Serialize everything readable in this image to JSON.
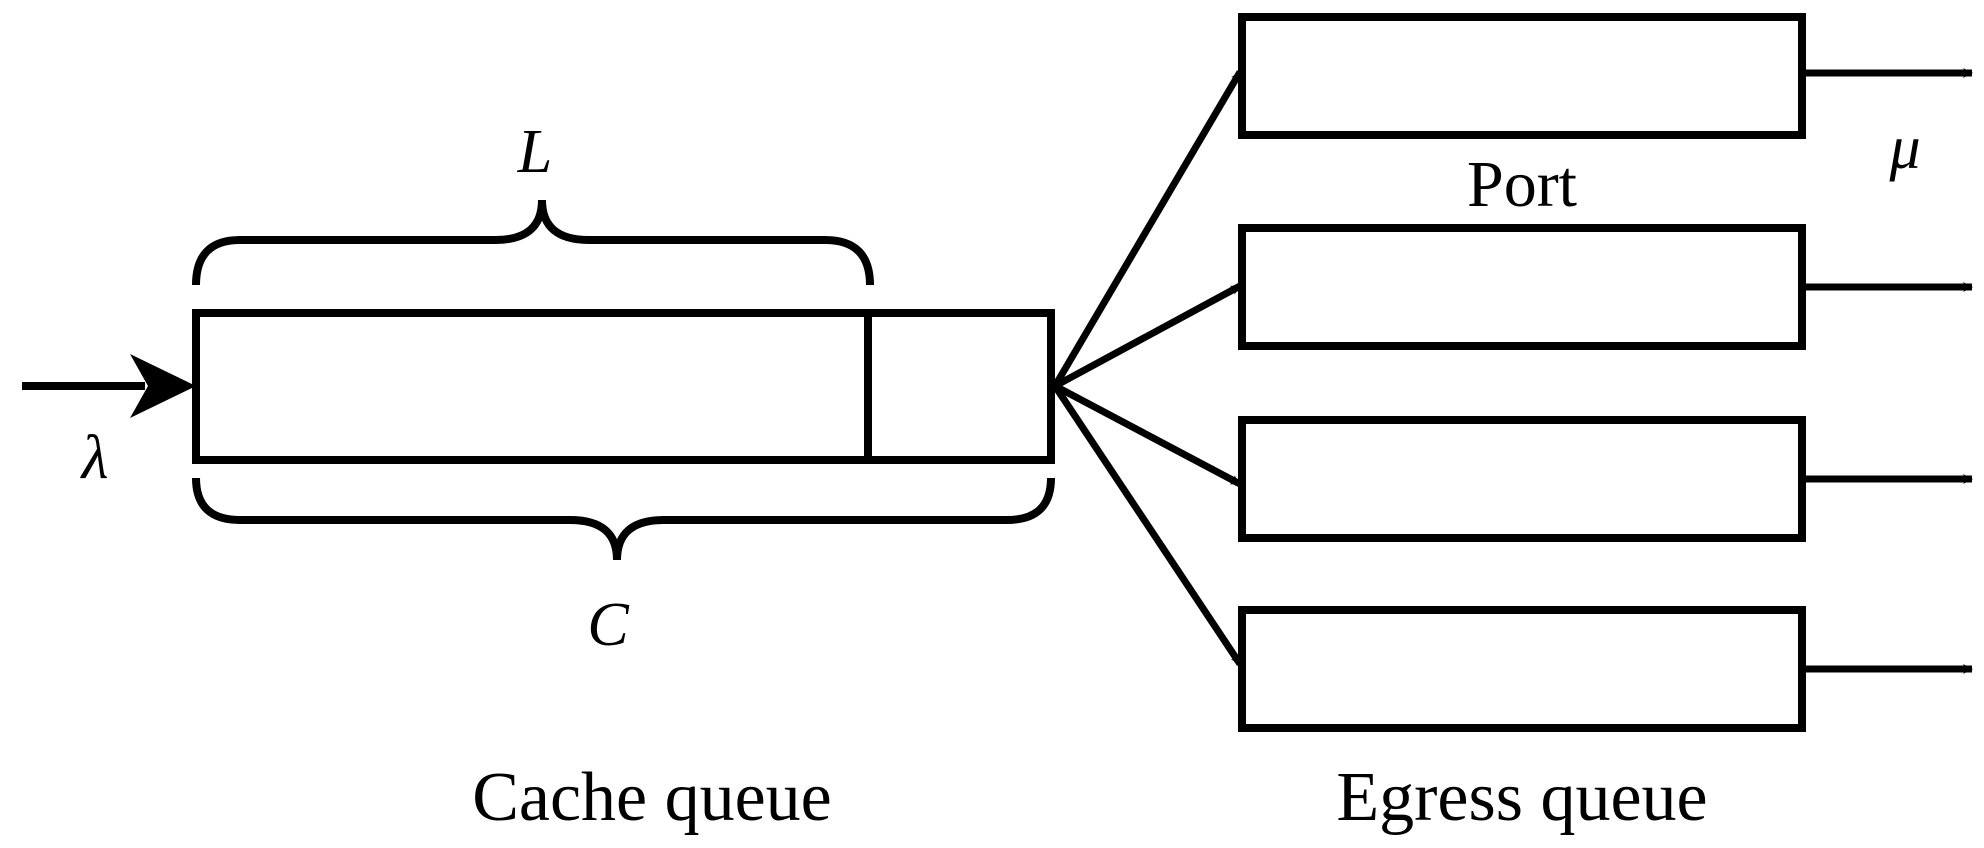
{
  "labels": {
    "arrival_rate": "λ",
    "service_rate": "μ",
    "length_L": "L",
    "capacity_C": "C",
    "port": "Port",
    "cache_queue": "Cache queue",
    "egress_queue": "Egress queue"
  },
  "colors": {
    "stroke": "#000000",
    "background": "#ffffff"
  }
}
